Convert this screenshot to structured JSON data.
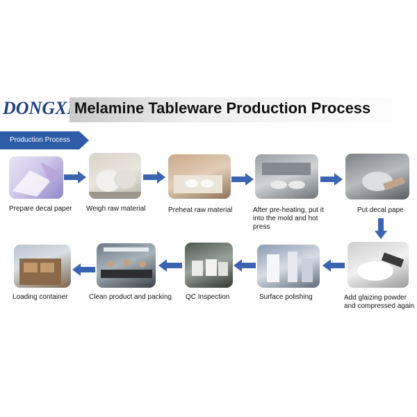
{
  "header": {
    "logo_text": "DONGXIN",
    "title": "Melamine Tableware Production Process",
    "section_tag": "Production Process"
  },
  "steps": [
    {
      "label": "Prepare decal paper",
      "icon": "decal-paper-photo"
    },
    {
      "label": "Weigh raw material",
      "icon": "raw-material-sacks-photo"
    },
    {
      "label": "Preheat raw material",
      "icon": "preheat-tray-photo"
    },
    {
      "label": "After pre-heating, put it into the mold and hot press",
      "icon": "hot-press-mold-photo"
    },
    {
      "label": "Put decal pape",
      "icon": "decal-placing-photo"
    },
    {
      "label": "Add glaizing powder and compressed again",
      "icon": "glazing-powder-photo"
    },
    {
      "label": "Surface polishing",
      "icon": "polishing-machine-photo"
    },
    {
      "label": "QC Inspection",
      "icon": "qc-cups-photo"
    },
    {
      "label": "Clean product and packing",
      "icon": "packing-workshop-photo"
    },
    {
      "label": "Loading container",
      "icon": "container-loading-photo"
    }
  ],
  "colors": {
    "accent": "#2e5ca8",
    "logo": "#1d3f87",
    "arrow": "#3a63b0"
  }
}
